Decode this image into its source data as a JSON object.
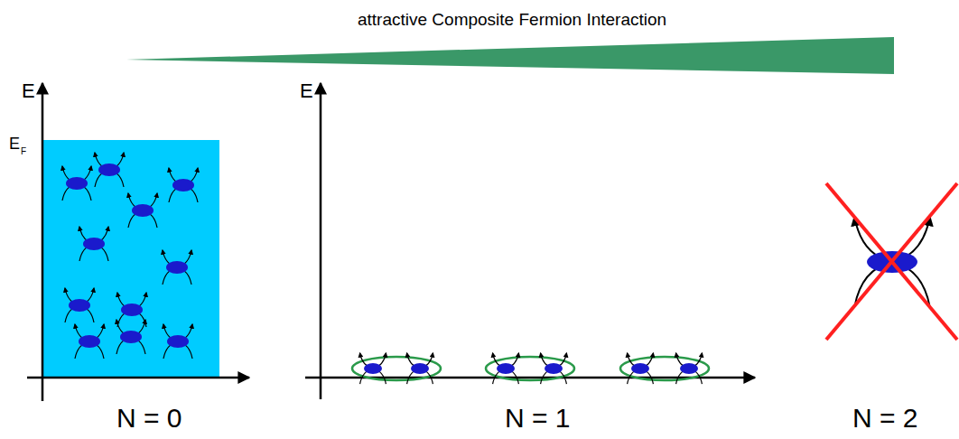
{
  "diagram": {
    "title": "attractive Composite Fermion Interaction",
    "labels": [
      "E",
      "E",
      "F",
      "E",
      "N = 0",
      "N = 1",
      "N = 2"
    ]
  }
}
